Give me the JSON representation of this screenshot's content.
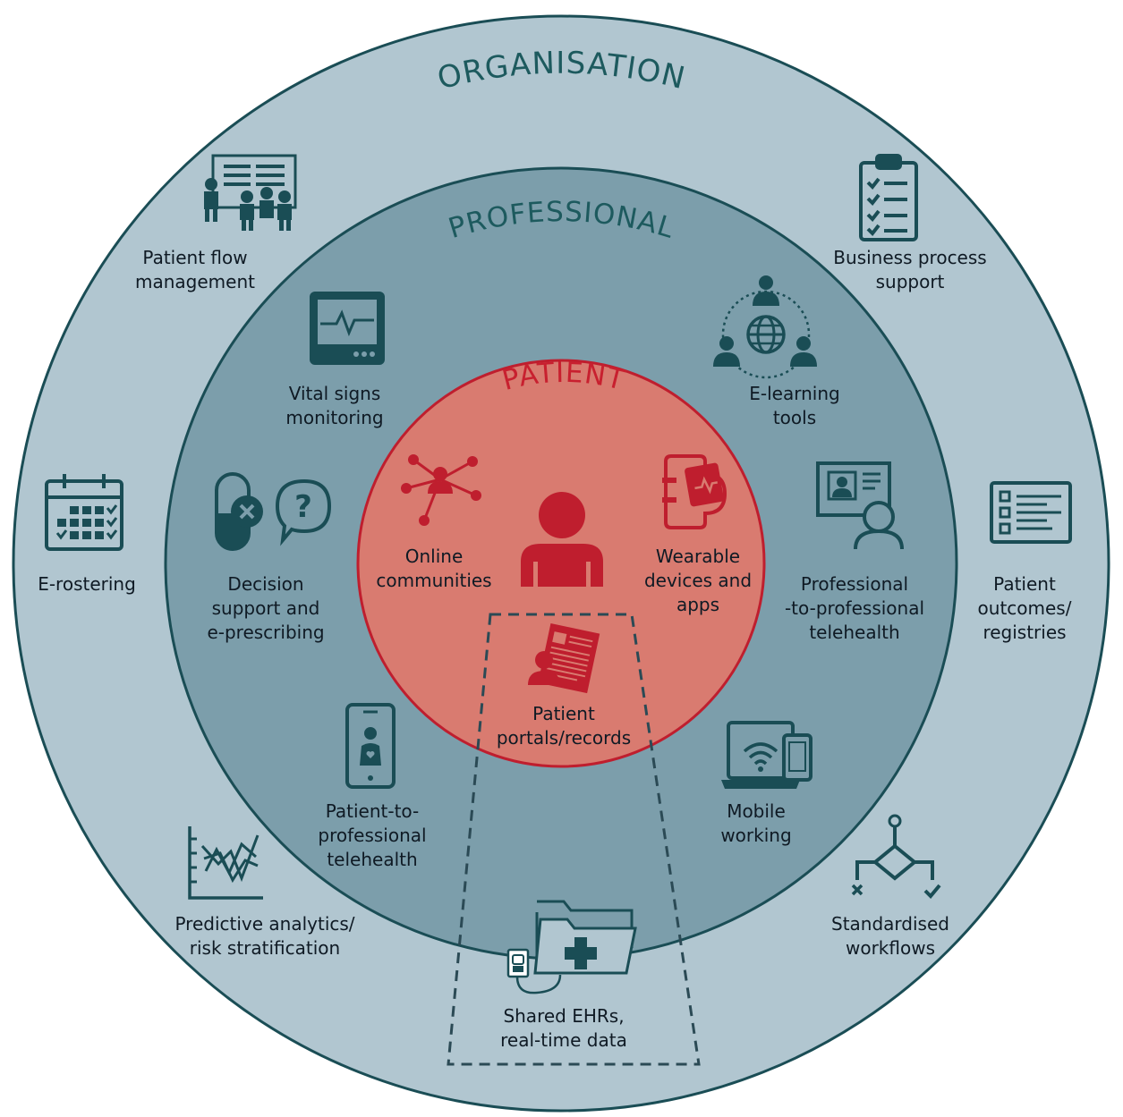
{
  "rings": {
    "organisation_title": "ORGANISATION",
    "professional_title": "PROFESSIONAL",
    "patient_title": "PATIENT"
  },
  "colors": {
    "organisation_ring": "#b1c6d0",
    "professional_ring": "#7c9eab",
    "patient_circle": "#d97b70",
    "icon_dark": "#1a4d55",
    "icon_red": "#bf1e2e",
    "title_teal": "#1d5a5e"
  },
  "items": {
    "patient_flow": {
      "label": "Patient flow\nmanagement",
      "icon": "classroom-icon"
    },
    "business_process": {
      "label": "Business process\nsupport",
      "icon": "clipboard-checklist-icon"
    },
    "vital_signs": {
      "label": "Vital signs\nmonitoring",
      "icon": "monitor-heartbeat-icon"
    },
    "e_learning": {
      "label": "E-learning\ntools",
      "icon": "globe-network-icon"
    },
    "e_rostering": {
      "label": "E-rostering",
      "icon": "calendar-icon"
    },
    "decision_support": {
      "label": "Decision\nsupport and\ne-prescribing",
      "icon": "pill-question-icon"
    },
    "online_communities": {
      "label": "Online\ncommunities",
      "icon": "network-people-icon"
    },
    "wearables": {
      "label": "Wearable\ndevices and\napps",
      "icon": "smartwatch-icon"
    },
    "pro_to_pro": {
      "label": "Professional\n-to-professional\ntelehealth",
      "icon": "video-call-icon"
    },
    "outcomes": {
      "label": "Patient\noutcomes/\nregistries",
      "icon": "list-document-icon"
    },
    "portals": {
      "label": "Patient\nportals/records",
      "icon": "patient-record-icon"
    },
    "patient_to_pro": {
      "label": "Patient-to-\nprofessional\ntelehealth",
      "icon": "smartphone-person-icon"
    },
    "mobile": {
      "label": "Mobile\nworking",
      "icon": "laptop-wifi-icon"
    },
    "predictive": {
      "label": "Predictive analytics/\nrisk stratification",
      "icon": "line-graph-icon"
    },
    "workflows": {
      "label": "Standardised\nworkflows",
      "icon": "flowchart-icon"
    },
    "shared_ehr": {
      "label": "Shared EHRs,\nreal-time data",
      "icon": "medical-folder-icon"
    },
    "center": {
      "icon": "person-icon"
    }
  }
}
